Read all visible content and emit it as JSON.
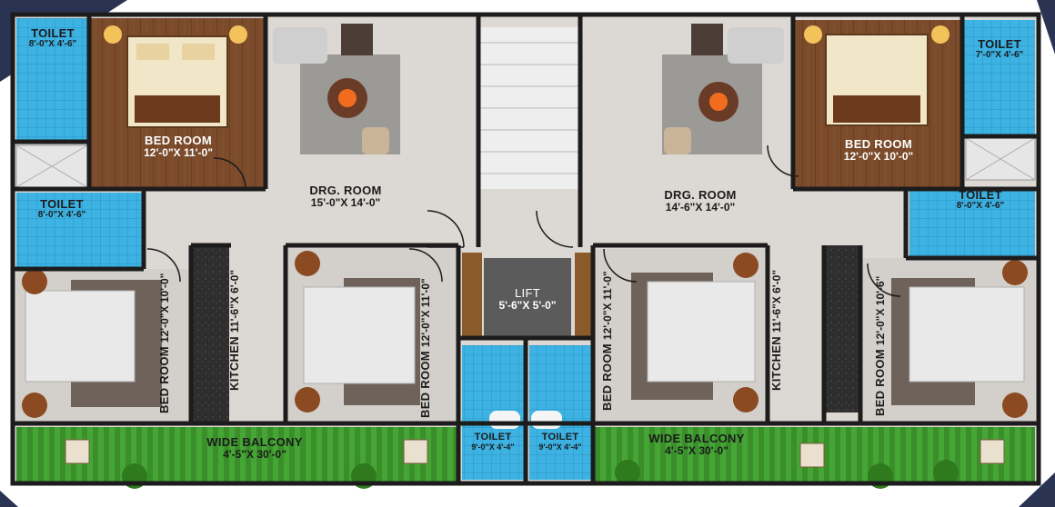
{
  "plan": {
    "rooms": [
      {
        "name": "TOILET",
        "dims": "8'-0\"X 4'-6\""
      },
      {
        "name": "BED ROOM",
        "dims": "12'-0\"X 11'-0\""
      },
      {
        "name": "DRG. ROOM",
        "dims": "15'-0\"X 14'-0\""
      },
      {
        "name": "DRG. ROOM",
        "dims": "14'-6\"X 14'-0\""
      },
      {
        "name": "BED ROOM",
        "dims": "12'-0\"X 10'-0\""
      },
      {
        "name": "TOILET",
        "dims": "7'-0\"X 4'-6\""
      },
      {
        "name": "TOILET",
        "dims": "8'-0\"X 4'-6\""
      },
      {
        "name": "TOILET",
        "dims": "8'-0\"X 4'-6\""
      },
      {
        "name": "BED ROOM",
        "dims": "12'-0\"X 10'-0\""
      },
      {
        "name": "KITCHEN",
        "dims": "11'-6\"X 6'-0\""
      },
      {
        "name": "BED ROOM",
        "dims": "12'-0\"X 11'-0\""
      },
      {
        "name": "LIFT",
        "dims": "5'-6\"X 5'-0\""
      },
      {
        "name": "BED ROOM",
        "dims": "12'-0\"X 11'-0\""
      },
      {
        "name": "KITCHEN",
        "dims": "11'-6\"X 6'-0\""
      },
      {
        "name": "BED ROOM",
        "dims": "12'-0\"X 10'-6\""
      },
      {
        "name": "WIDE BALCONY",
        "dims": "4'-5\"X 30'-0\""
      },
      {
        "name": "TOILET",
        "dims": "9'-0\"X 4'-4\""
      },
      {
        "name": "TOILET",
        "dims": "9'-0\"X 4'-4\""
      },
      {
        "name": "WIDE BALCONY",
        "dims": "4'-5\"X 30'-0\""
      }
    ]
  },
  "colors": {
    "wall": "#1c1c1c",
    "floor_marble": "#dcd8d3",
    "floor_wood": "#7a4a2a",
    "tile_blue": "#35aee0",
    "balcony_grass": "#3f9a2f",
    "corner_navy": "#2a3352",
    "lift_grey": "#5d5d5d",
    "kitchen_granite": "#2d2d2d"
  }
}
